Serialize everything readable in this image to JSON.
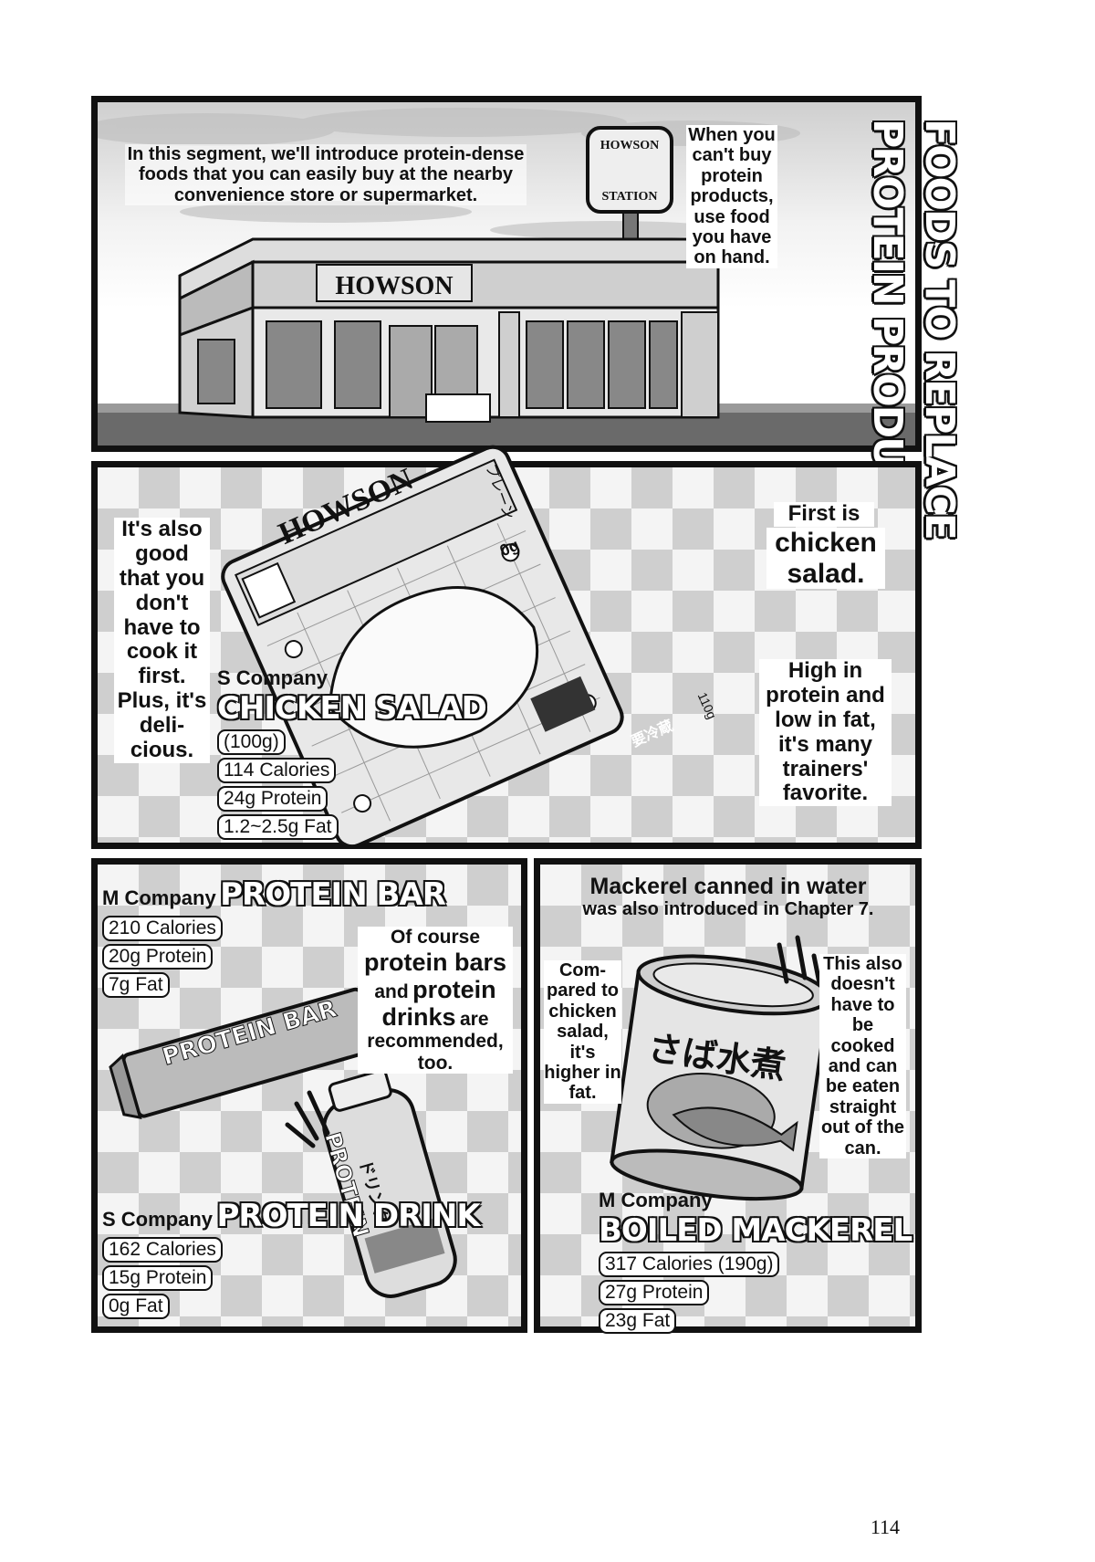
{
  "header": {
    "title_line1": "FOODS TO REPLACE",
    "title_line2": "PROTEIN PRODUCTS",
    "intro": "In this segment, we'll introduce protein-dense foods that you can easily buy at the nearby convenience store or supermarket.",
    "side_note": "When you can't buy protein products, use food you have on hand.",
    "store_sign": "HOWSON",
    "pole_sign_top": "HOWSON",
    "pole_sign_bottom": "STATION"
  },
  "chicken_panel": {
    "left_text": "It's also good that you don't have to cook it first. Plus, it's deli-cious.",
    "right_top": "First is",
    "right_emph": "chicken salad.",
    "right_bottom": "High in protein and low in fat, it's many trainers' favorite.",
    "company": "S Company",
    "product": "CHICKEN SALAD",
    "stats": [
      "(100g)",
      "114 Calories",
      "24g Protein",
      "1.2~2.5g Fat"
    ],
    "package_brand": "HOWSON",
    "package_flavor": "プレーン",
    "package_carb": "0g",
    "package_weight": "110g",
    "package_fridge": "要冷蔵"
  },
  "bar_panel": {
    "bar_company": "M Company",
    "bar_product": "PROTEIN BAR",
    "bar_stats": [
      "210 Calories",
      "20g Protein",
      "7g Fat"
    ],
    "note_l1": "Of course",
    "note_l2": "protein bars",
    "note_l3a": "and",
    "note_l3b": "protein",
    "note_l4a": "drinks",
    "note_l4b": "are",
    "note_l5": "recommended, too.",
    "drink_company": "S Company",
    "drink_product": "PROTEIN DRINK",
    "drink_stats": [
      "162 Calories",
      "15g Protein",
      "0g Fat"
    ],
    "wrapper_text": "PROTEIN BAR",
    "bottle_text": "PROTEIN",
    "bottle_sub": "ドリンク"
  },
  "mackerel_panel": {
    "top_l1": "Mackerel canned in water",
    "top_l2": "was also introduced in Chapter 7.",
    "left_note": "Com-pared to chicken salad, it's higher in fat.",
    "right_note": "This also doesn't have to be cooked and can be eaten straight out of the can.",
    "company": "M Company",
    "product": "BOILED MACKEREL",
    "stats": [
      "317 Calories (190g)",
      "27g Protein",
      "23g Fat"
    ],
    "can_label": "さば水煮"
  },
  "page_number": "114"
}
